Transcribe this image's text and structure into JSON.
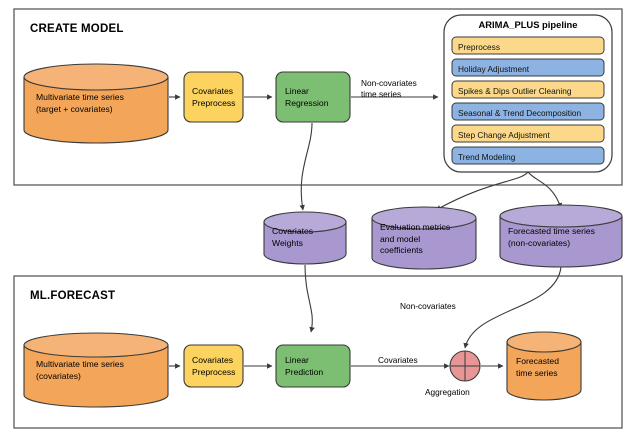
{
  "diagram": {
    "type": "flowchart",
    "panels": [
      {
        "id": "create-model",
        "title": "CREATE MODEL"
      },
      {
        "id": "ml-forecast",
        "title": "ML.FORECAST"
      }
    ],
    "colors": {
      "cylinder_orange_fill": "#F3A65A",
      "cylinder_orange_top": "#F5B377",
      "cylinder_purple_fill": "#A898CF",
      "cylinder_purple_top": "#B7A9D8",
      "box_yellow_fill": "#FBD35E",
      "box_green_fill": "#7DBF72",
      "pipe_step_yellow": "#FCD98A",
      "pipe_step_blue": "#8CB3E2",
      "aggregation_fill": "#E79595",
      "stroke": "#3A3A3A",
      "panel_border": "#4D4D4D"
    }
  },
  "create_model": {
    "title": "CREATE MODEL",
    "source_store": "Multivariate time series\n(target + covariates)",
    "preprocess_box": "Covariates\nPreprocess",
    "model_box": "Linear\nRegression",
    "edge_to_pipeline": "Non-covariates\ntime series"
  },
  "pipeline": {
    "title": "ARIMA_PLUS pipeline",
    "steps": [
      {
        "label": "Preprocess",
        "color": "yellow"
      },
      {
        "label": "Holiday Adjustment",
        "color": "blue"
      },
      {
        "label": "Spikes & Dips Outlier Cleaning",
        "color": "yellow"
      },
      {
        "label": "Seasonal & Trend Decomposition",
        "color": "blue"
      },
      {
        "label": "Step Change Adjustment",
        "color": "yellow"
      },
      {
        "label": "Trend Modeling",
        "color": "blue"
      }
    ]
  },
  "artifacts": [
    {
      "id": "covariates-weights",
      "label": "Covariates\nWeights"
    },
    {
      "id": "evaluation-metrics",
      "label": "Evaluation metrics\nand model\ncoefficients"
    },
    {
      "id": "forecasted-non-covariates",
      "label": "Forecasted time series\n(non-covariates)"
    }
  ],
  "ml_forecast": {
    "title": "ML.FORECAST",
    "source_store": "Multivariate time series\n(covariates)",
    "preprocess_box": "Covariates\nPreprocess",
    "model_box": "Linear\nPrediction",
    "edge_covariates": "Covariates",
    "edge_non_covariates": "Non-covariates",
    "aggregation_label": "Aggregation",
    "output_store": "Forecasted\ntime series"
  }
}
